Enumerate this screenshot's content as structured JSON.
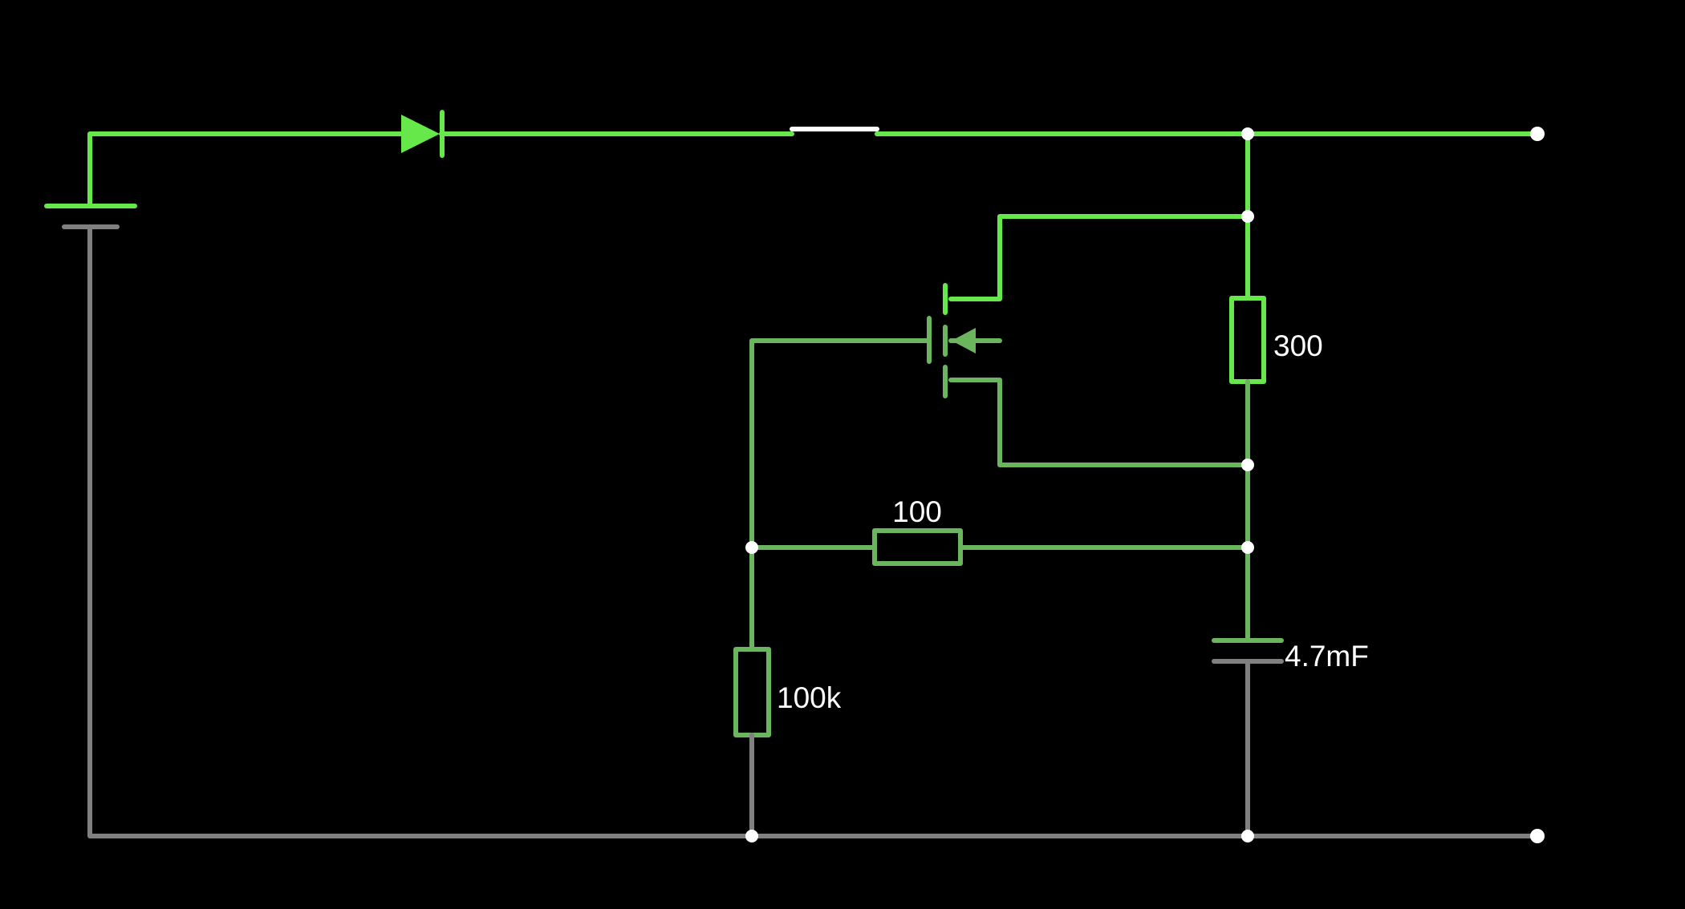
{
  "colors": {
    "background": "#000000",
    "wire_high": "#66e84a",
    "wire_mid": "#6ab55e",
    "wire_ground": "#808080",
    "switch": "#ffffff",
    "node": "#ffffff",
    "label": "#ffffff"
  },
  "components": {
    "battery": {
      "kind": "battery"
    },
    "diode": {
      "kind": "diode"
    },
    "switch": {
      "kind": "switch"
    },
    "mosfet": {
      "kind": "p-channel mosfet"
    },
    "resistor_top": {
      "kind": "resistor",
      "value": "300"
    },
    "resistor_middle": {
      "kind": "resistor",
      "value": "100"
    },
    "resistor_bottom": {
      "kind": "resistor",
      "value": "100k"
    },
    "capacitor": {
      "kind": "capacitor",
      "value": "4.7mF"
    }
  },
  "output_terminals": 2
}
